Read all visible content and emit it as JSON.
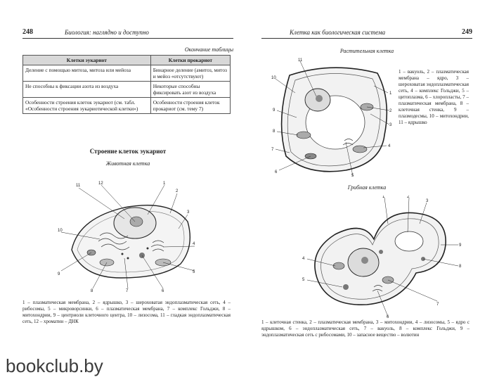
{
  "left_page": {
    "page_number": "248",
    "running_title": "Биология: наглядно и доступно",
    "table_caption": "Окончание таблицы",
    "table": {
      "headers": [
        "Клетки эукариот",
        "Клетки прокариот"
      ],
      "rows": [
        [
          "Деление с помощью митоза, митоза или мейоза",
          "Бинарное деление (амитоз, митоз и мейоз «отсутствуют)"
        ],
        [
          "Не способны к фиксации азота из воздуха",
          "Некоторые способны фиксировать азот из воздуха"
        ],
        [
          "Особенности строения клеток эукариот (см. табл. «Особенности строения эукариотической клетки»)",
          "Особенности строения клеток прокариот (см. тему 7)"
        ]
      ]
    },
    "section_title": "Строение клеток эукариот",
    "figure_title": "Животная клетка",
    "figure_labels": [
      "1",
      "2",
      "3",
      "4",
      "5",
      "6",
      "7",
      "8",
      "9",
      "10",
      "11",
      "12"
    ],
    "legend": "1 – плазматическая мембрана, 2 – ядрышко, 3 – шероховатая эндоплазматическая сеть, 4 – рибосомы, 5 – микроворсинки, 6 – плазматическая мембрана, 7 – комплекс Гольджи, 8 – митохондрии, 9 – центриоли клеточного центра, 10 – лизосома, 11 – гладкая эндоплазматическая сеть, 12 – хроматин – ДНК"
  },
  "right_page": {
    "page_number": "249",
    "running_title": "Клетка как биологическая система",
    "plant_title": "Растительная клетка",
    "plant_labels": [
      "1",
      "2",
      "3",
      "4",
      "5",
      "6",
      "7",
      "8",
      "9",
      "10",
      "11"
    ],
    "plant_legend": "1 – вакуоль, 2 – плазматическая мембрана – ядро, 3 – шероховатая эндоплазматическая сеть, 4 – комплекс Гольджи, 5 – цитоплазма, 6 – хлоропласты, 7 – плазматическая мембрана, 8 – клеточная стенка, 9 – плазмодесмы, 10 – митохондрии, 11 – ядрышко",
    "fungal_title": "Грибная клетка",
    "fungal_labels": [
      "1",
      "2",
      "3",
      "4",
      "5",
      "6",
      "7",
      "8",
      "9"
    ],
    "fungal_legend": "1 – клеточная стенка, 2 – плазматическая мембрана, 3 – митохондрии, 4 – лизосомы, 5 – ядро с ядрышком, 6 – эндоплазматическая сеть, 7 – вакуоль, 8 – комплекс Гольджи, 9 – эндоплазматическая сеть с рибосомами, 10 – запасное вещество – волютин"
  },
  "watermark": "bookclub.by"
}
